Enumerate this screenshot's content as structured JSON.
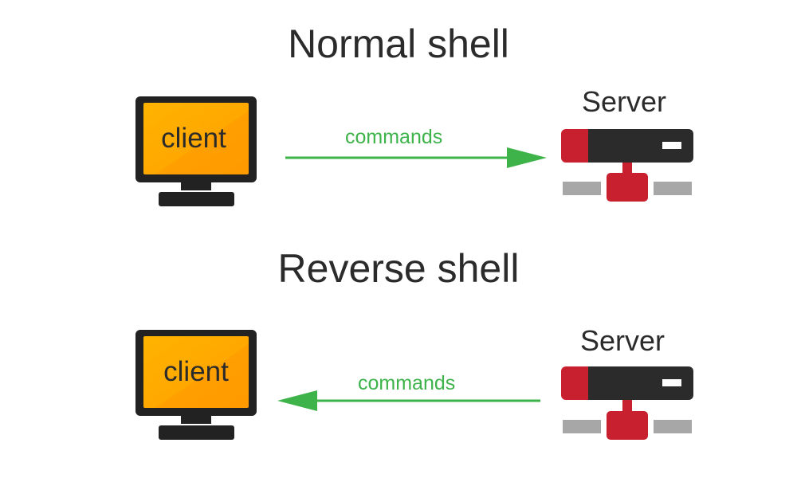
{
  "titles": {
    "normal": "Normal shell",
    "reverse": "Reverse shell"
  },
  "client_label": "client",
  "server_label": "Server",
  "arrow_label": "commands",
  "icons": {
    "client": "monitor-icon",
    "server": "server-icon"
  },
  "colors": {
    "monitor_screen": "#ffa500",
    "monitor_frame": "#222222",
    "server_body": "#2b2b2b",
    "server_red": "#c8202e",
    "server_network": "#a7a7a7",
    "arrow": "#3db34a"
  }
}
